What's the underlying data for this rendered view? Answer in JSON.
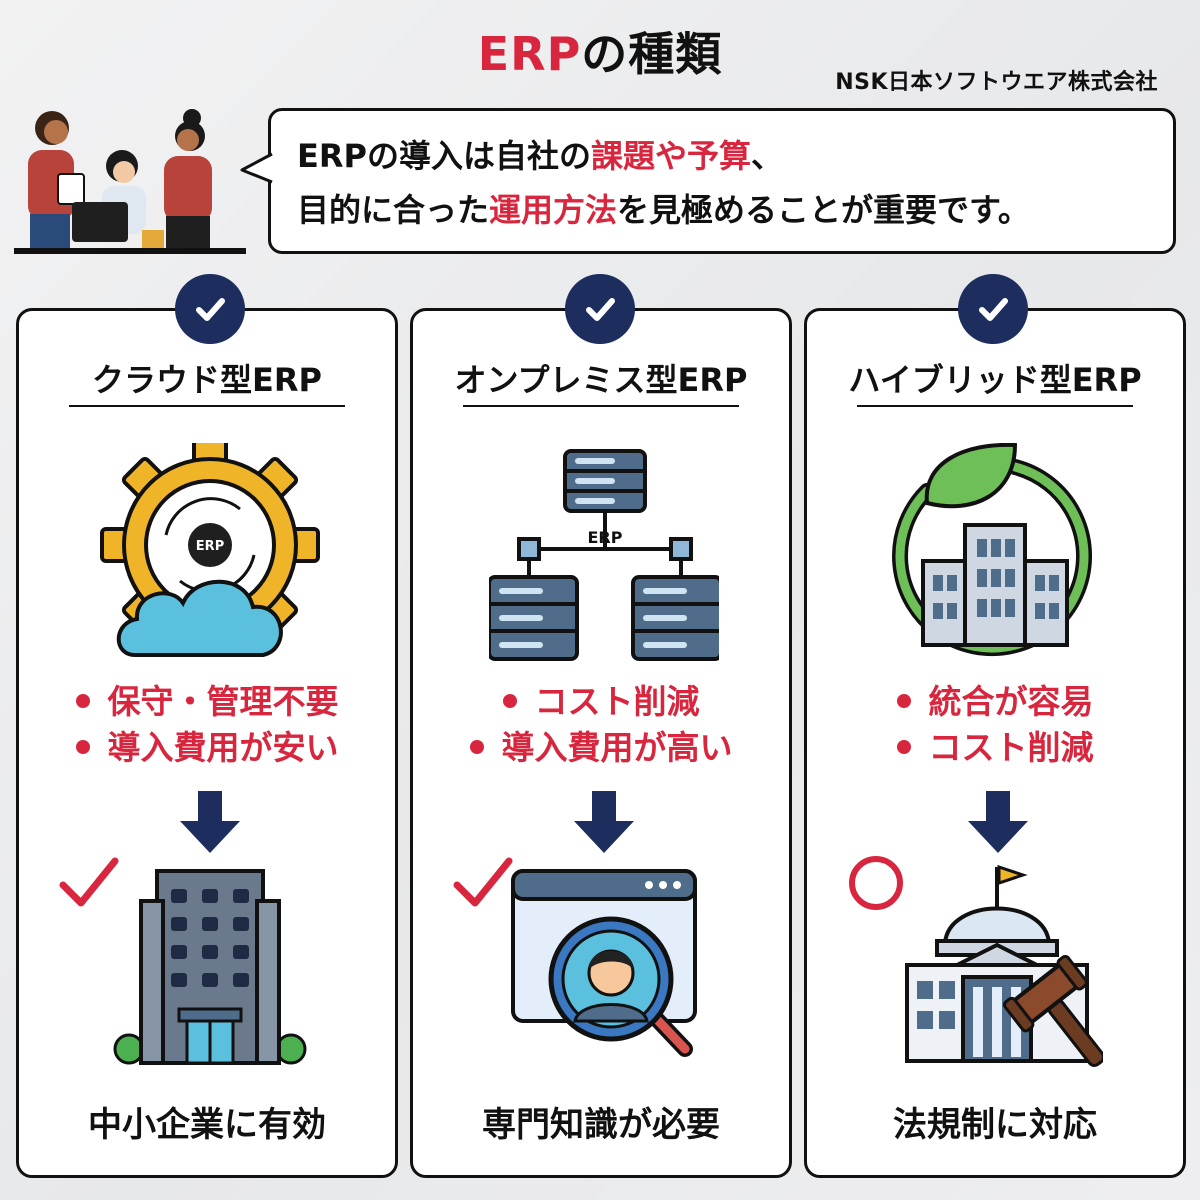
{
  "header": {
    "title_accent": "ERP",
    "title_rest": "の種類",
    "company": "NSK日本ソフトウエア株式会社"
  },
  "message": {
    "line1": [
      {
        "text": "ERPの導入は自社の",
        "highlight": false
      },
      {
        "text": "課題や予算",
        "highlight": true
      },
      {
        "text": "、",
        "highlight": false
      }
    ],
    "line2": [
      {
        "text": "目的に合った",
        "highlight": false
      },
      {
        "text": "運用方法",
        "highlight": true
      },
      {
        "text": "を見極めることが重要です。",
        "highlight": false
      }
    ]
  },
  "cards": [
    {
      "title": "クラウド型ERP",
      "icon": "cloud-gear-icon",
      "icon_label": "ERP",
      "points": [
        "保守・管理不要",
        "導入費用が安い"
      ],
      "mark": "check",
      "bottom_icon": "office-building-icon",
      "result": "中小企業に有効"
    },
    {
      "title": "オンプレミス型ERP",
      "icon": "server-network-icon",
      "icon_label": "ERP",
      "points": [
        "コスト削減",
        "導入費用が高い"
      ],
      "mark": "check",
      "bottom_icon": "magnifier-person-icon",
      "result": "専門知識が必要"
    },
    {
      "title": "ハイブリッド型ERP",
      "icon": "eco-buildings-icon",
      "points": [
        "統合が容易",
        "コスト削減"
      ],
      "mark": "circle",
      "bottom_icon": "courthouse-gavel-icon",
      "result": "法規制に対応"
    }
  ],
  "colors": {
    "accent_red": "#d7263d",
    "navy": "#1c2d5e",
    "gear_yellow": "#f0b429",
    "cloud_blue": "#5bc0de",
    "steel_blue": "#4f6d8a",
    "leaf_green": "#6fbf58"
  }
}
